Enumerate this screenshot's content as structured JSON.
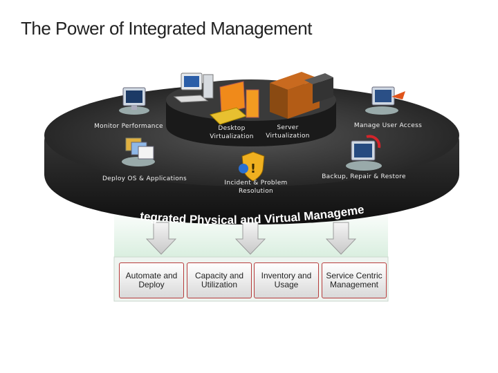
{
  "title": "The Power of Integrated Management",
  "platform": {
    "labels": {
      "monitor": "Monitor Performance",
      "desktop_virt": "Desktop\nVirtualization",
      "server_virt": "Server\nVirtualization",
      "user_access": "Manage User Access",
      "deploy": "Deploy OS & Applications",
      "incident": "Incident & Problem\nResolution",
      "backup": "Backup, Repair & Restore"
    },
    "banner": "Integrated Physical and Virtual Management"
  },
  "boxes": [
    "Automate and Deploy",
    "Capacity and Utilization",
    "Inventory and Usage",
    "Service Centric Management"
  ],
  "colors": {
    "disc": "#2a2a2a",
    "box_border": "#b63a3a",
    "band": "#cfe9d6"
  },
  "icons": [
    "monitor-icon",
    "workstation-icon",
    "laptop-icon",
    "server-icon",
    "user-access-icon",
    "deploy-icon",
    "shield-icon",
    "backup-icon"
  ]
}
